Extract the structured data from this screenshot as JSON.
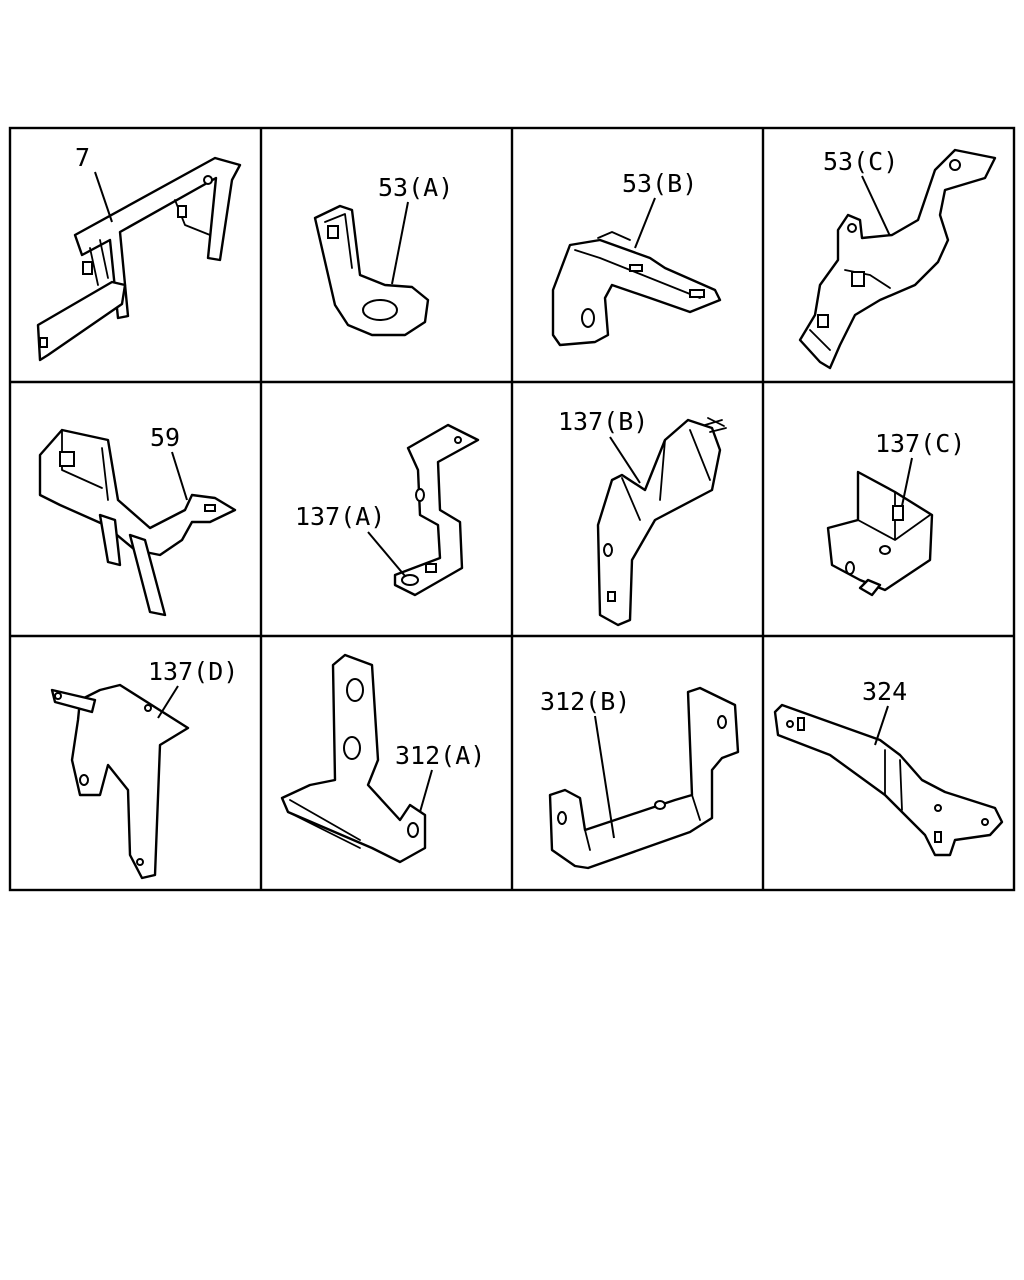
{
  "parts": [
    {
      "id": "p1",
      "label": "7"
    },
    {
      "id": "p2",
      "label": "53(A)"
    },
    {
      "id": "p3",
      "label": "53(B)"
    },
    {
      "id": "p4",
      "label": "53(C)"
    },
    {
      "id": "p5",
      "label": "59"
    },
    {
      "id": "p6",
      "label": "137(A)"
    },
    {
      "id": "p7",
      "label": "137(B)"
    },
    {
      "id": "p8",
      "label": "137(C)"
    },
    {
      "id": "p9",
      "label": "137(D)"
    },
    {
      "id": "p10",
      "label": "312(A)"
    },
    {
      "id": "p11",
      "label": "312(B)"
    },
    {
      "id": "p12",
      "label": "324"
    }
  ]
}
